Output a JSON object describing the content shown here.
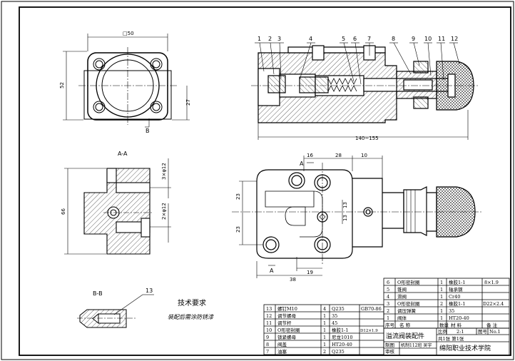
{
  "dimensions": {
    "top_width": "□50",
    "top_height": "52",
    "top_base": "27",
    "aa_hole1": "3×φ12",
    "aa_hole2": "2×φ12",
    "aa_height": "66",
    "main_length": "140~155",
    "front_16": "16",
    "front_28": "28",
    "front_10": "10",
    "front_13a": "13",
    "front_13b": "13",
    "front_23a": "23",
    "front_23b": "23",
    "front_38": "38",
    "front_19": "19"
  },
  "section_labels": {
    "aa": "A-A",
    "bb": "B-B",
    "a_top": "A",
    "a_bottom": "A",
    "b_mark": "B"
  },
  "balloons": [
    "1",
    "2",
    "3",
    "4",
    "5",
    "6",
    "7",
    "8",
    "9",
    "10",
    "11",
    "12"
  ],
  "balloon_13": "13",
  "tech_req": {
    "title": "技术要求",
    "body": "装配后需涂防锈漆"
  },
  "bom_upper": [
    {
      "no": "6",
      "name": "O形密封圈",
      "qty": "1",
      "material": "橡胶1-1",
      "note": "8×1.9"
    },
    {
      "no": "5",
      "name": "锥阀",
      "qty": "1",
      "material": "轴承钢",
      "note": ""
    },
    {
      "no": "4",
      "name": "滑阀",
      "qty": "1",
      "material": "Cr40",
      "note": ""
    },
    {
      "no": "3",
      "name": "O形密封圈",
      "qty": "2",
      "material": "橡胶1-1",
      "note": "D22×2.4"
    },
    {
      "no": "2",
      "name": "调压弹簧",
      "qty": "1",
      "material": "35",
      "note": ""
    },
    {
      "no": "1",
      "name": "阀体",
      "qty": "1",
      "material": "HT20-40",
      "note": ""
    }
  ],
  "bom_upper_header": {
    "no": "序号",
    "name": "名  称",
    "qty": "数量",
    "material": "材  料",
    "note": "备  注"
  },
  "bom_lower": [
    {
      "no": "13",
      "name": "螺钉M10",
      "qty": "4",
      "material": "Q235",
      "note": "GB70-86"
    },
    {
      "no": "12",
      "name": "调节螺母",
      "qty": "1",
      "material": "35",
      "note": ""
    },
    {
      "no": "11",
      "name": "调节杆",
      "qty": "1",
      "material": "45",
      "note": ""
    },
    {
      "no": "10",
      "name": "O形密封圈",
      "qty": "1",
      "material": "橡胶1-1",
      "note": "D12×1.9"
    },
    {
      "no": "9",
      "name": "锁紧螺母",
      "qty": "1",
      "material": "尼龙1010",
      "note": ""
    },
    {
      "no": "8",
      "name": "阀盖",
      "qty": "1",
      "material": "HT20-40",
      "note": ""
    },
    {
      "no": "7",
      "name": "油塞",
      "qty": "2",
      "material": "Q235",
      "note": ""
    }
  ],
  "title_block": {
    "title": "溢流阀装配件",
    "scale_label": "比例",
    "scale_value": "2:1",
    "drawing_label": "图号",
    "drawing_value": "No.1",
    "sheet_info": "共1张 第1张",
    "drawn_by": "制图",
    "drawn_detail": "机制112班 吴宇",
    "reviewed_by": "审核",
    "school": "绵阳职业技术学院"
  }
}
